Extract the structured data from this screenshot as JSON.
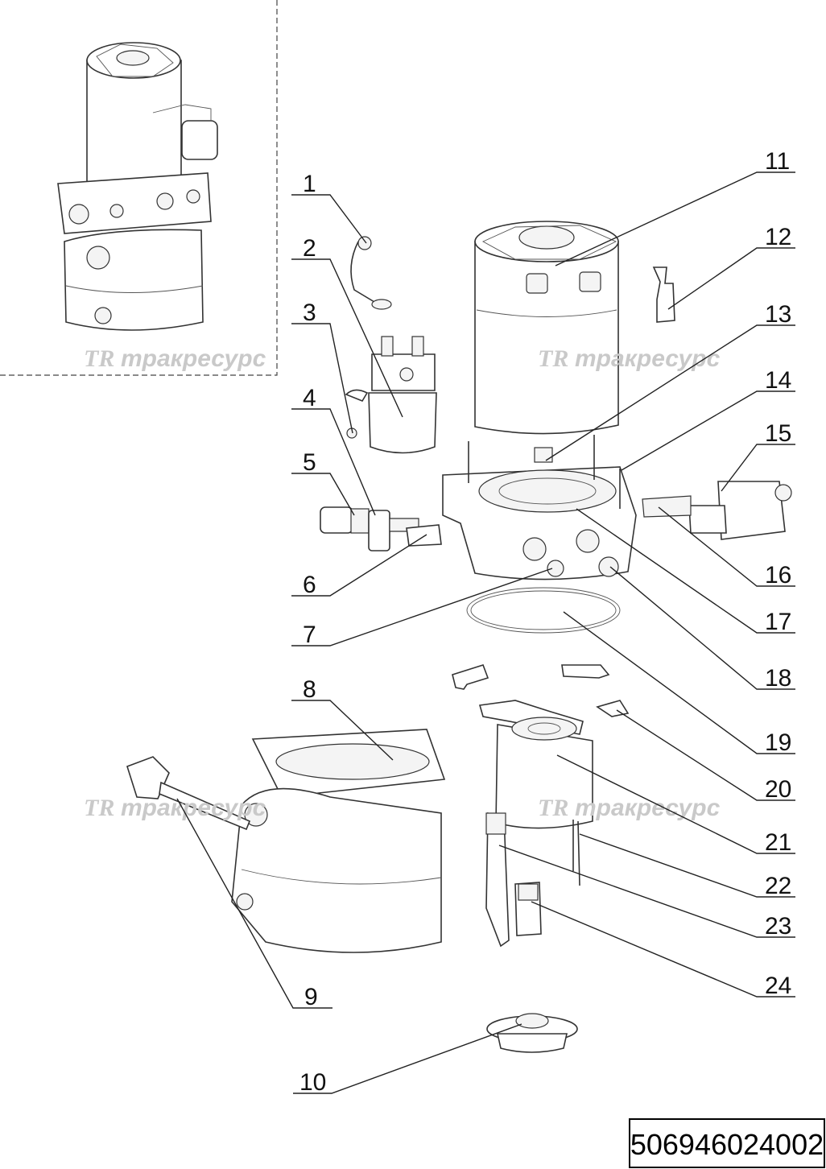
{
  "watermark": {
    "logo": "TR",
    "text": "тракресурс"
  },
  "document_number": "506946024002",
  "callouts": [
    "1",
    "2",
    "3",
    "4",
    "5",
    "6",
    "7",
    "8",
    "9",
    "10",
    "11",
    "12",
    "13",
    "14",
    "15",
    "16",
    "17",
    "18",
    "19",
    "20",
    "21",
    "22",
    "23",
    "24"
  ]
}
